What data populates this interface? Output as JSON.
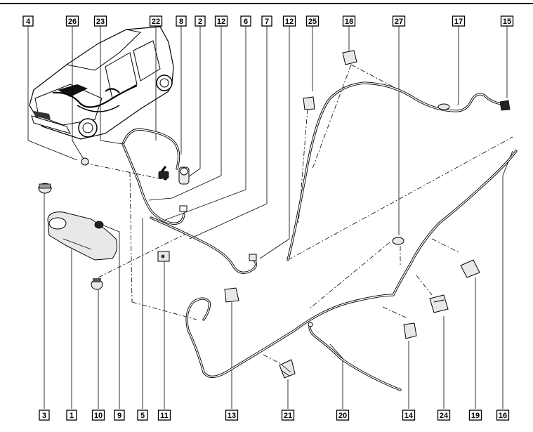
{
  "diagram": {
    "labels_top": [
      "4",
      "26",
      "23",
      "22",
      "8",
      "2",
      "12",
      "6",
      "7",
      "12",
      "25",
      "18",
      "27",
      "17",
      "15"
    ],
    "labels_bottom": [
      "3",
      "1",
      "10",
      "9",
      "5",
      "11",
      "13",
      "21",
      "20",
      "14",
      "24",
      "19",
      "16"
    ]
  }
}
